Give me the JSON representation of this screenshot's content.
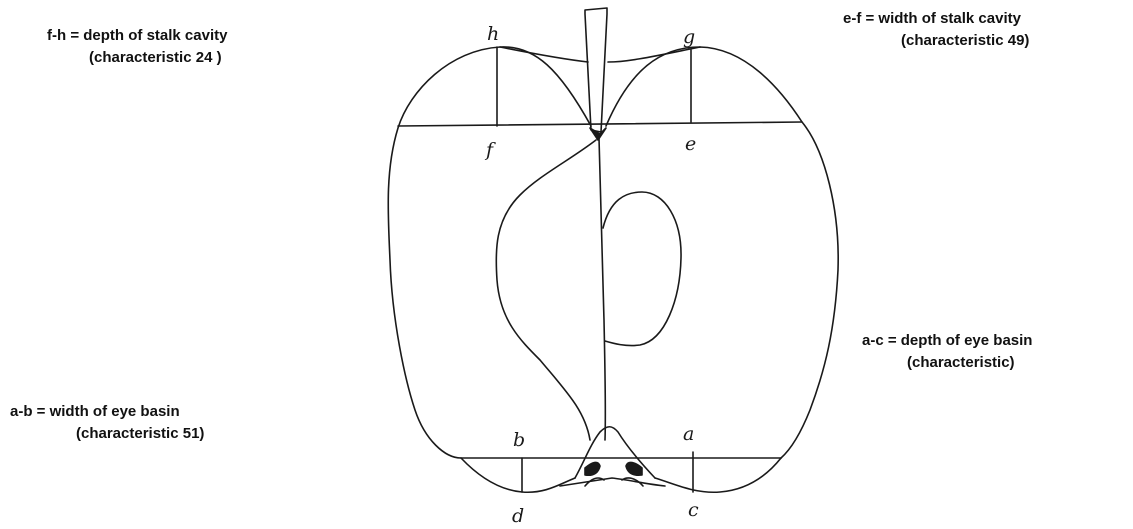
{
  "labels": {
    "fh": {
      "line1": "f-h = depth of stalk cavity",
      "line2": "(characteristic 24 )"
    },
    "ef": {
      "line1": "e-f = width of stalk cavity",
      "line2": "(characteristic 49)"
    },
    "ac": {
      "line1": "a-c = depth of eye basin",
      "line2": "(characteristic)"
    },
    "ab": {
      "line1": "a-b = width of eye basin",
      "line2": "(characteristic 51)"
    }
  },
  "points": {
    "a": "a",
    "b": "b",
    "c": "c",
    "d": "d",
    "e": "e",
    "f": "f",
    "g": "g",
    "h": "h"
  },
  "colors": {
    "ink": "#1a1a1a",
    "background": "#ffffff"
  }
}
